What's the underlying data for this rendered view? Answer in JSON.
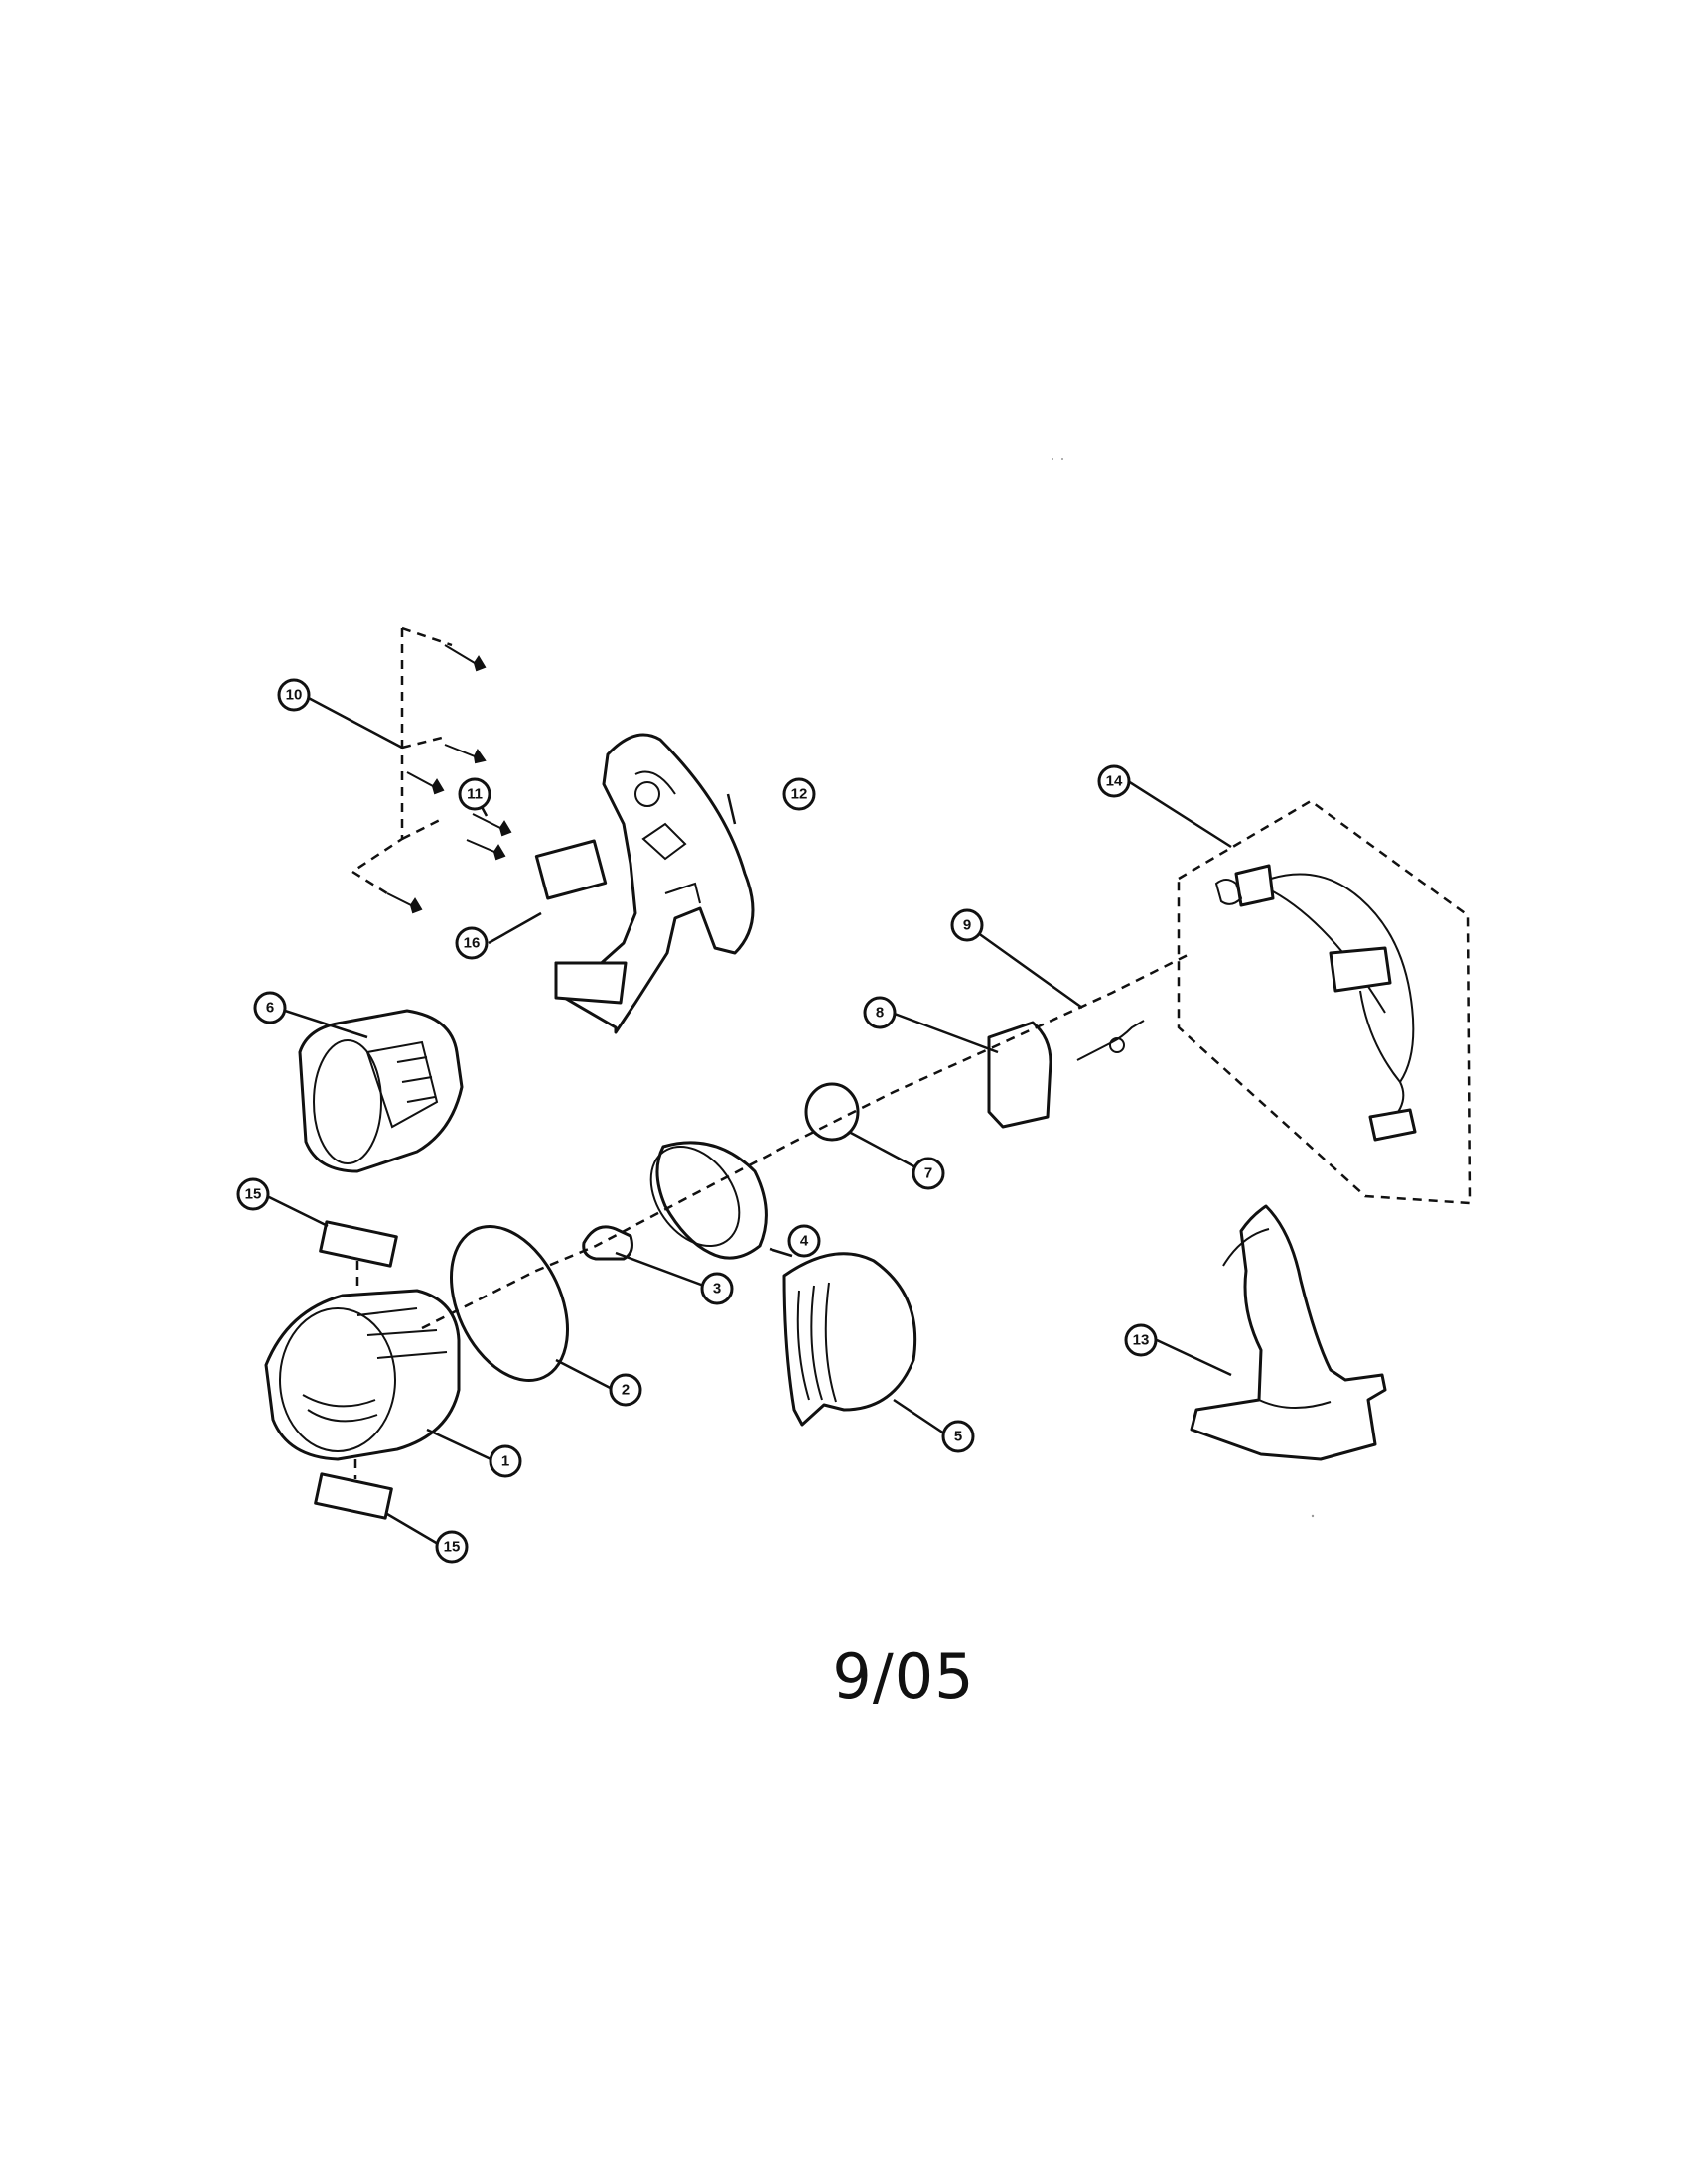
{
  "callouts": {
    "c1": "1",
    "c2": "2",
    "c3": "3",
    "c4": "4",
    "c5": "5",
    "c6": "6",
    "c7": "7",
    "c8": "8",
    "c9": "9",
    "c10": "10",
    "c11": "11",
    "c12": "12",
    "c13": "13",
    "c14": "14",
    "c15a": "15",
    "c15b": "15",
    "c16": "16"
  },
  "footer": {
    "date_code": "9/05"
  }
}
